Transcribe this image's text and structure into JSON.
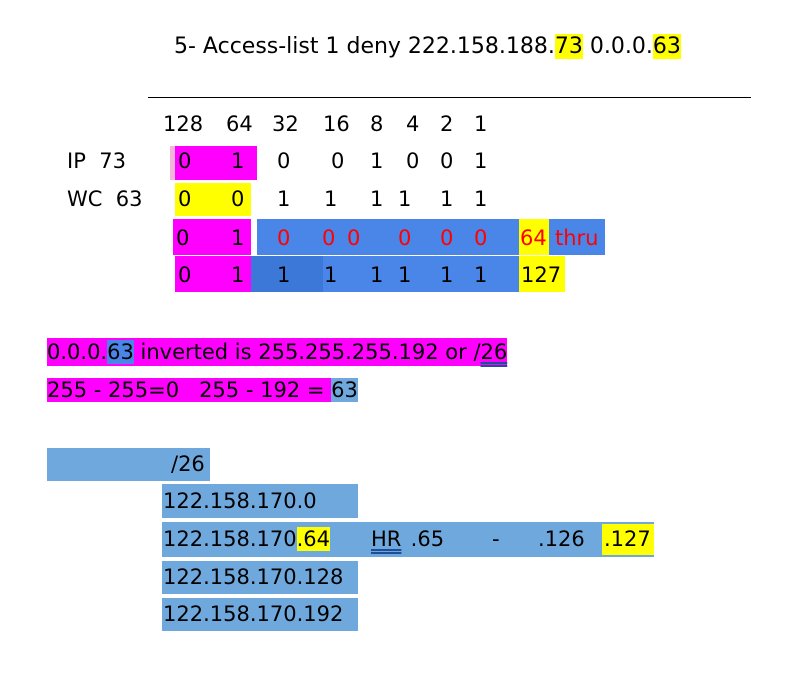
{
  "title": {
    "prefix": "5- Access-list 1 deny 222.158.188.",
    "ip_octet": "73",
    "middle": " 0.0.0.",
    "wc_octet": "63"
  },
  "bits_header": [
    "128",
    "64",
    "32",
    "16",
    "8",
    "4",
    "2",
    "1"
  ],
  "rows": {
    "ip": {
      "label": "IP  73",
      "bits": [
        "0",
        "1",
        "0",
        "0",
        "1",
        "0",
        "0",
        "1"
      ]
    },
    "wc": {
      "label": "WC  63",
      "bits": [
        "0",
        "0",
        "1",
        "1",
        "1",
        "1",
        "1",
        "1"
      ]
    },
    "low": {
      "bits": [
        "0",
        "1",
        "0",
        "0",
        "0",
        "0",
        "0",
        "0"
      ],
      "value": "64",
      "thru": "thru"
    },
    "high": {
      "bits": [
        "0",
        "1",
        "1",
        "1",
        "1",
        "1",
        "1",
        "1"
      ],
      "value": "127"
    }
  },
  "inverted": {
    "line1_prefix": "0.0.0.",
    "line1_63": "63",
    "line1_mid": " inverted is 255.255.255.192 or /",
    "line1_26": "26",
    "line2_main": "255 - 255=0   255 - 192 = ",
    "line2_63": "63"
  },
  "subnets": {
    "prefix": "/26",
    "s0": "122.158.170.0",
    "s64_base": "122.158.170",
    "s64_octet": ".64",
    "hr_label": "HR",
    "hr_start": " .65",
    "dash": "-",
    "hr_end": ".126",
    "bcast": ".127",
    "s128": "122.158.170.128",
    "s192": "122.158.170.192"
  },
  "colors": {
    "magenta": "#ff00ff",
    "yellow": "#ffff00",
    "light_blue": "#6fa8dc",
    "blue": "#4a86e8",
    "red": "#ff0000"
  }
}
